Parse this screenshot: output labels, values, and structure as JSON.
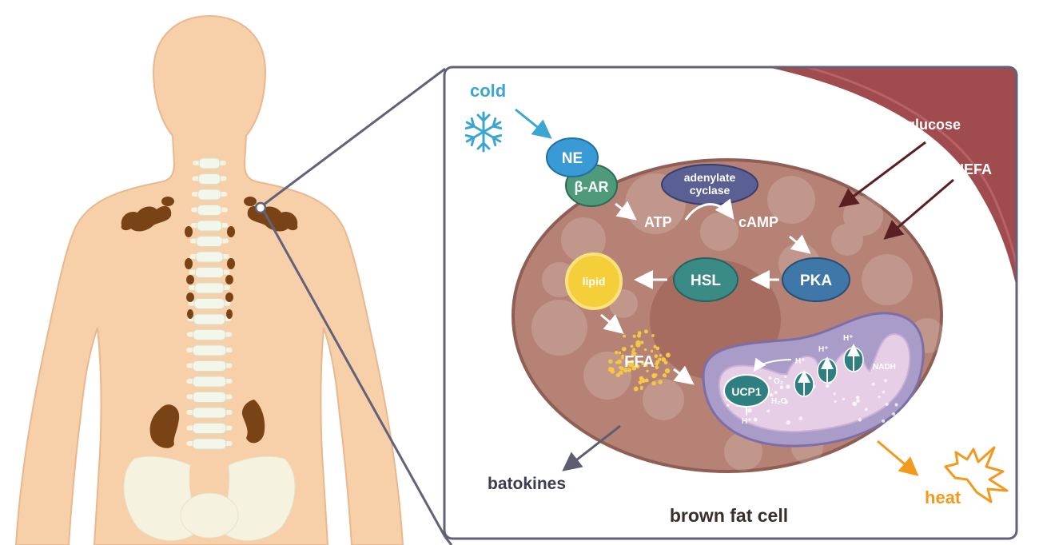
{
  "labels": {
    "cold": "cold",
    "ne": "NE",
    "beta_ar": "β-AR",
    "adenylate_line1": "adenylate",
    "adenylate_line2": "cyclase",
    "atp": "ATP",
    "camp": "cAMP",
    "pka": "PKA",
    "hsl": "HSL",
    "lipid": "lipid",
    "ffa": "FFA",
    "ucp1": "UCP1",
    "h_plus": "H⁺",
    "o2": "O₂",
    "h2o": "H₂O",
    "nadh": "NADH",
    "glucose": "glucose",
    "nefa": "NEFA",
    "heat": "heat",
    "batokines": "batokines",
    "cell_title": "brown fat cell"
  },
  "colors": {
    "skin": "#f7cfa8",
    "skin_outline": "#e8b88e",
    "brown_fat": "#7a4316",
    "spine": "#f3f6ea",
    "cell_body": "#b58275",
    "cell_outline": "#8f5f55",
    "vessel": "#a04c4f",
    "frame": "#62617a",
    "cold_blue": "#3aa6d1",
    "ne_blue": "#3a9ad6",
    "beta_green": "#4e9a7b",
    "adenylate_purple": "#5a5f94",
    "pka_blue": "#3f78a8",
    "hsl_teal": "#3a8a86",
    "lipid_yellow": "#f5cf3a",
    "heat_orange": "#f39a1e",
    "mito_purple": "#a99cc8",
    "mito_inner": "#e6cfe6",
    "ucp_teal": "#2f7f80",
    "dark_arrow": "#5a1f22",
    "text_dark": "#3b3b52"
  },
  "icons": [
    "snowflake-icon",
    "heat-burst-icon"
  ]
}
